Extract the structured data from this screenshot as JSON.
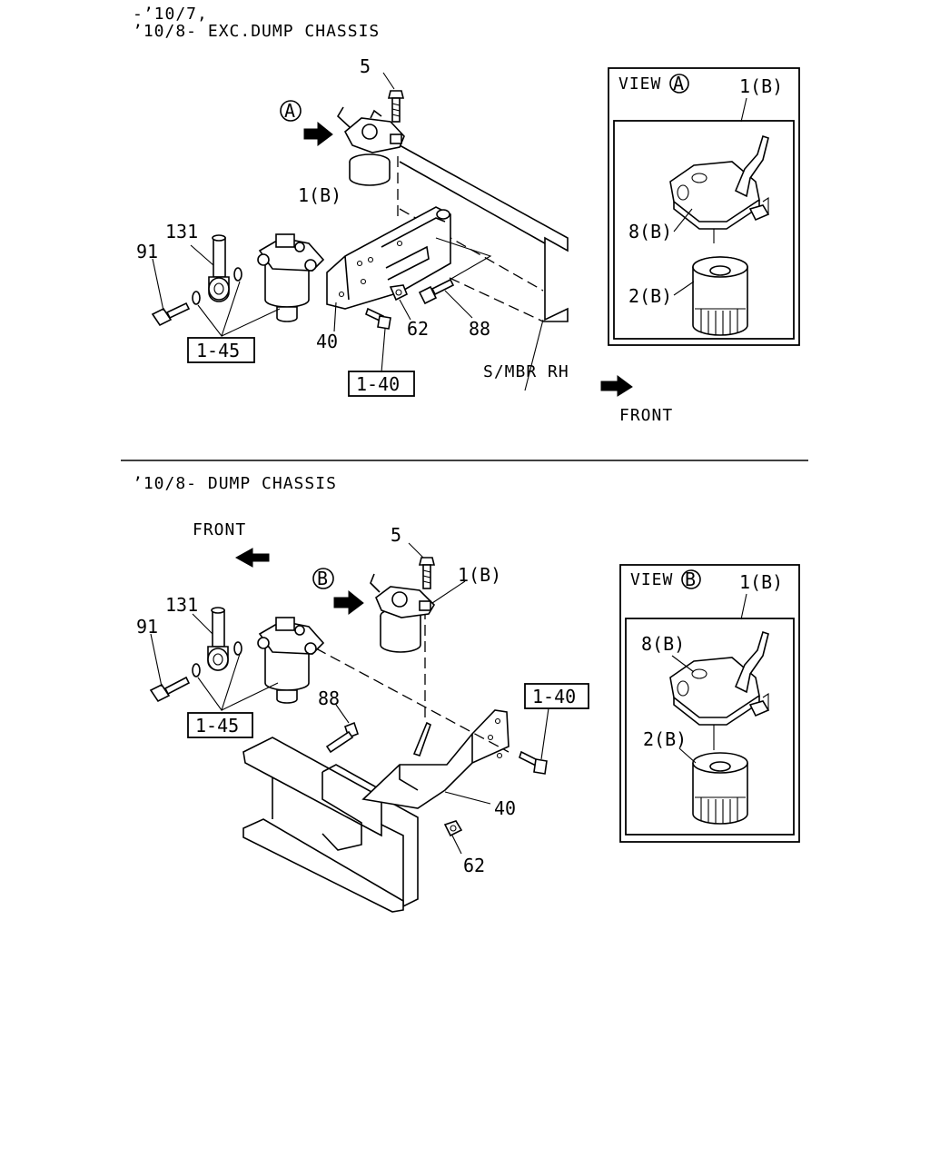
{
  "section_top": {
    "header_line1": "-’10/7,",
    "header_line2": "’10/8- EXC.DUMP CHASSIS",
    "labels": {
      "p5": "5",
      "p1b": "1(B)",
      "p131": "131",
      "p91": "91",
      "p40": "40",
      "p62": "62",
      "p88": "88",
      "ref145": "1-45",
      "ref140": "1-40",
      "smbr": "S/MBR RH",
      "front": "FRONT",
      "view_marker": "A"
    },
    "view": {
      "title": "VIEW",
      "marker": "A",
      "p1b": "1(B)",
      "p8b": "8(B)",
      "p2b": "2(B)"
    }
  },
  "section_bottom": {
    "header": "’10/8- DUMP CHASSIS",
    "labels": {
      "front": "FRONT",
      "p5": "5",
      "p1b": "1(B)",
      "view_marker": "B",
      "p131": "131",
      "p91": "91",
      "p88": "88",
      "ref145": "1-45",
      "ref140": "1-40",
      "p40": "40",
      "p62": "62"
    },
    "view": {
      "title": "VIEW",
      "marker": "B",
      "p1b": "1(B)",
      "p8b": "8(B)",
      "p2b": "2(B)"
    }
  }
}
